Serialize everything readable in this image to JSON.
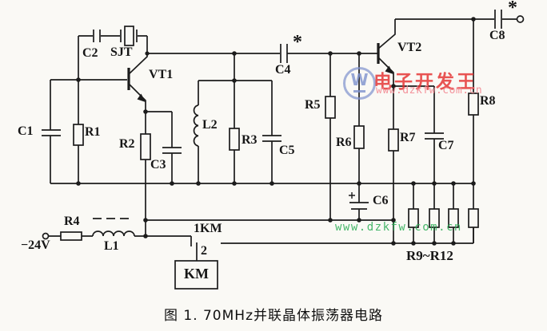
{
  "figure": {
    "caption": "图 1.  70MHz并联晶体振荡器电路"
  },
  "labels": {
    "c1": "C1",
    "r1": "R1",
    "c2": "C2",
    "sjt": "SJT",
    "vt1": "VT1",
    "r2": "R2",
    "c3": "C3",
    "l2": "L2",
    "r3": "R3",
    "c4": "C4",
    "c5": "C5",
    "r5": "R5",
    "r6": "R6",
    "vt2": "VT2",
    "r7": "R7",
    "c7": "C7",
    "c6": "C6",
    "r8": "R8",
    "c8": "C8",
    "r4": "R4",
    "l1": "L1",
    "supply": "−24V",
    "relay_contact": "1KM",
    "relay_terminal": "2",
    "relay_box": "KM",
    "resistor_bank": "R9~R12",
    "select_star": "*"
  },
  "watermark": {
    "logo_letter": "W",
    "brand": "电子开发王",
    "url": "www.dzkfw.com.cn",
    "url_bottom": "www.dzkfw.com.cn",
    "brand_color": "#e43030",
    "url_color": "#f28791",
    "url_bottom_color": "#28ac52",
    "logo_color": "#7d91cd"
  },
  "colors": {
    "background": "#faf9f5",
    "line": "#1c1c1c"
  }
}
